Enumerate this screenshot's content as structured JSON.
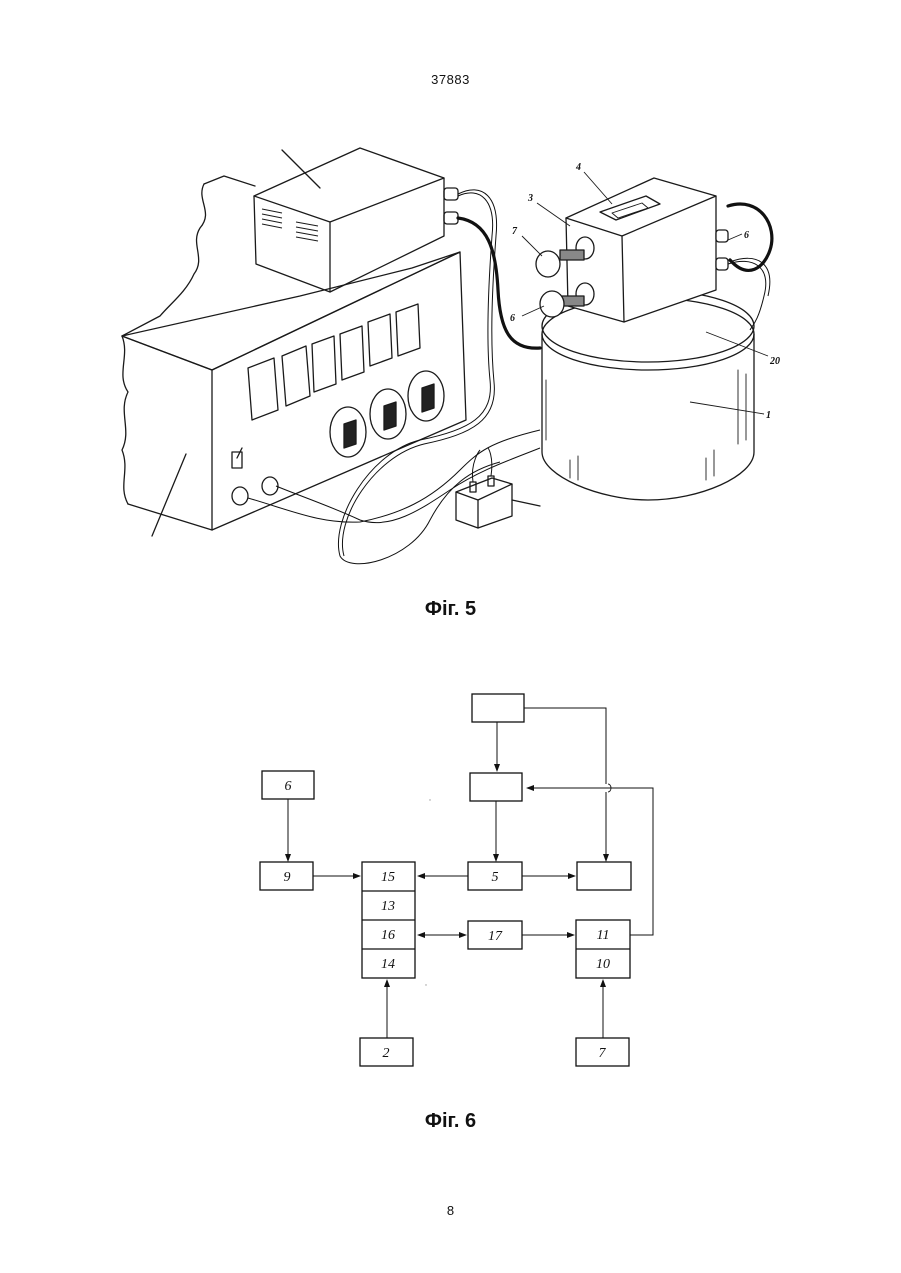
{
  "header": {
    "doc_number": "37883"
  },
  "figure5": {
    "caption": "Фіг. 5",
    "labels": {
      "l1": "1",
      "l3": "3",
      "l4": "4",
      "l6a": "6",
      "l6b": "6",
      "l7": "7",
      "l20": "20"
    }
  },
  "figure6": {
    "caption": "Фіг. 6",
    "blocks": {
      "b6": "6",
      "b9": "9",
      "b15": "15",
      "b13": "13",
      "b16": "16",
      "b14": "14",
      "b2": "2",
      "b5": "5",
      "b17": "17",
      "b11": "11",
      "b10": "10",
      "b7": "7",
      "top": "",
      "mid": "",
      "right": ""
    }
  },
  "footer": {
    "page_number": "8"
  }
}
